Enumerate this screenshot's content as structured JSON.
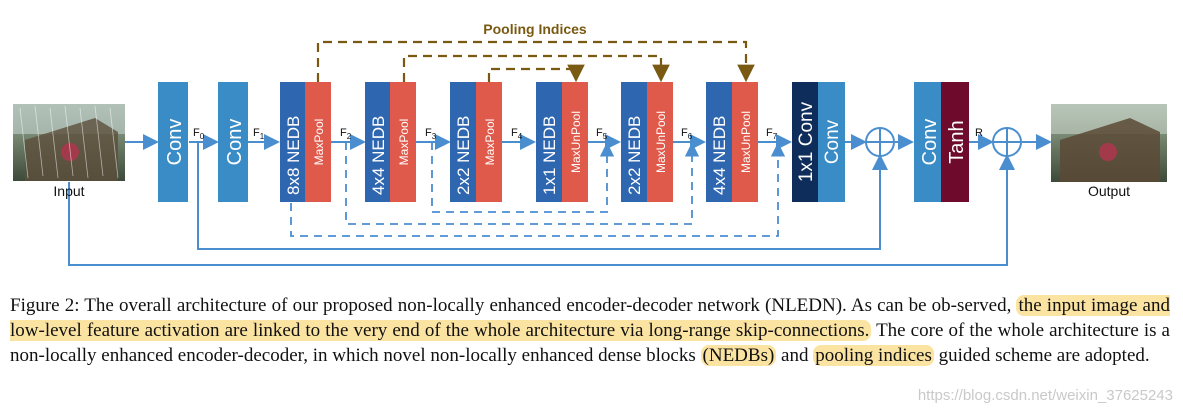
{
  "diagram": {
    "pooling_title": "Pooling Indices",
    "input_label": "Input",
    "output_label": "Output",
    "blocks": {
      "conv1": "Conv",
      "conv2": "Conv",
      "nedb1_top": "8x8",
      "nedb1": "NEDB",
      "pool1": "MaxPool",
      "nedb2_top": "4x4",
      "nedb2": "NEDB",
      "pool2": "MaxPool",
      "nedb3_top": "2x2",
      "nedb3": "NEDB",
      "pool3": "MaxPool",
      "nedb4_top": "1x1",
      "nedb4": "NEDB",
      "unpool1": "MaxUnPool",
      "nedb5_top": "2x2",
      "nedb5": "NEDB",
      "unpool2": "MaxUnPool",
      "nedb6_top": "4x4",
      "nedb6": "NEDB",
      "unpool3": "MaxUnPool",
      "conv1x1": "1x1 Conv",
      "conv3": "Conv",
      "conv4": "Conv",
      "tanh": "Tanh"
    },
    "features": {
      "f0": "F",
      "f0_sub": "0",
      "f1": "F",
      "f1_sub": "1",
      "f2": "F",
      "f2_sub": "2",
      "f3": "F",
      "f3_sub": "3",
      "f4": "F",
      "f4_sub": "4",
      "f5": "F",
      "f5_sub": "5",
      "f6": "F",
      "f6_sub": "6",
      "f7": "F",
      "f7_sub": "7",
      "r": "R"
    },
    "colors": {
      "conv": "#3a8cc6",
      "nedb": "#2e66b0",
      "pool": "#e05a4c",
      "conv_dark": "#0e2d5a",
      "tanh": "#6e0a2c",
      "arrow": "#4b8ed0",
      "pooling_line": "#7a5a12"
    }
  },
  "caption": {
    "p1": "Figure 2: The overall architecture of our proposed non-locally enhanced encoder-decoder network (NLEDN). As can be ob-served, ",
    "h1": "the input image and low-level feature activation are linked to the very end of the whole architecture via long-range skip-connections.",
    "p2": " The core of the whole architecture is a non-locally enhanced encoder-decoder, in which novel non-locally enhanced dense blocks ",
    "h2": "(NEDBs)",
    "p3": " and ",
    "h3": "pooling indices",
    "p4": " guided scheme are adopted."
  },
  "watermark": "https://blog.csdn.net/weixin_37625243"
}
